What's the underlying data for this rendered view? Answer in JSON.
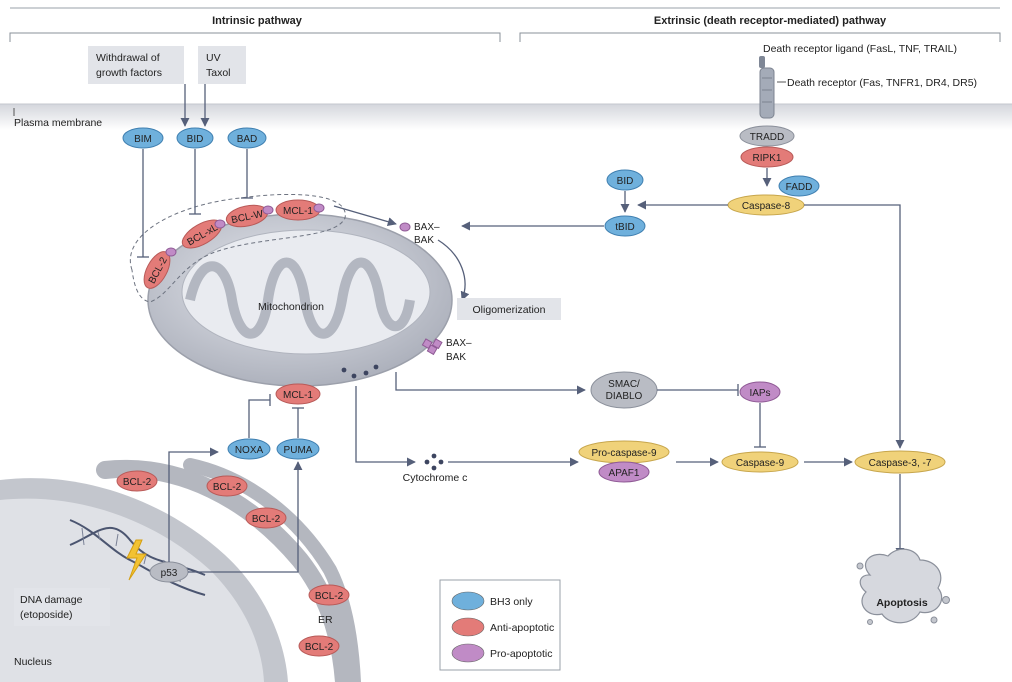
{
  "headers": {
    "intrinsic": "Intrinsic pathway",
    "extrinsic": "Extrinsic (death receptor-mediated) pathway"
  },
  "labels": {
    "withdrawal_line1": "Withdrawal of",
    "withdrawal_line2": "growth factors",
    "uv": "UV",
    "taxol": "Taxol",
    "plasma_membrane": "Plasma membrane",
    "ligand": "Death receptor ligand (FasL, TNF, TRAIL)",
    "receptor": "Death receptor (Fas, TNFR1, DR4, DR5)",
    "mitochondrion": "Mitochondrion",
    "oligomerization": "Oligomerization",
    "cytochrome_c": "Cytochrome c",
    "dna_damage_line1": "DNA damage",
    "dna_damage_line2": "(etoposide)",
    "nucleus": "Nucleus",
    "er": "ER",
    "bax_top": "BAX–",
    "bak_top": "BAK",
    "bax_bottom": "BAX–",
    "bak_bottom": "BAK",
    "apoptosis": "Apoptosis"
  },
  "nodes": {
    "bim": "BIM",
    "bid_top": "BID",
    "bad": "BAD",
    "bcl2_mito": "BCL-2",
    "bclxl": "BCL-xL",
    "bclw": "BCL-W",
    "mcl1_top": "MCL-1",
    "mcl1_bottom": "MCL-1",
    "noxa": "NOXA",
    "puma": "PUMA",
    "p53": "p53",
    "tradd": "TRADD",
    "ripk1": "RIPK1",
    "fadd": "FADD",
    "bid_right": "BID",
    "tbid": "tBID",
    "caspase8": "Caspase-8",
    "smac_line1": "SMAC/",
    "smac_line2": "DIABLO",
    "iaps": "IAPs",
    "procaspase9": "Pro-caspase-9",
    "apaf1": "APAF1",
    "caspase9": "Caspase-9",
    "caspase37": "Caspase-3, -7",
    "bcl2_er_1": "BCL-2",
    "bcl2_er_2": "BCL-2",
    "bcl2_er_3": "BCL-2",
    "bcl2_er_4": "BCL-2",
    "bcl2_er_5": "BCL-2"
  },
  "legend": [
    {
      "label": "BH3 only",
      "color": "#6fb0dc"
    },
    {
      "label": "Anti-apoptotic",
      "color": "#e37b78"
    },
    {
      "label": "Pro-apoptotic",
      "color": "#c08bc6"
    }
  ],
  "colors": {
    "bh3": "#6fb0dc",
    "anti": "#e37b78",
    "pro": "#c08bc6",
    "caspase": "#f0d27a",
    "grey": "#b9bcc4",
    "arrow": "#56607a"
  }
}
